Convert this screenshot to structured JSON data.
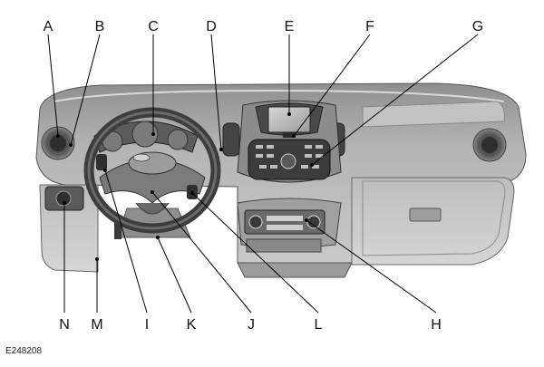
{
  "reference_code": "E248208",
  "callouts": {
    "top": [
      "A",
      "B",
      "C",
      "D",
      "E",
      "F",
      "G"
    ],
    "bottom": [
      "N",
      "M",
      "I",
      "K",
      "J",
      "L",
      "H"
    ]
  },
  "colors": {
    "dash": "#a9a9a9",
    "dash_dark": "#6e6e6e",
    "dash_light": "#cfcfcf",
    "line": "#000000"
  }
}
